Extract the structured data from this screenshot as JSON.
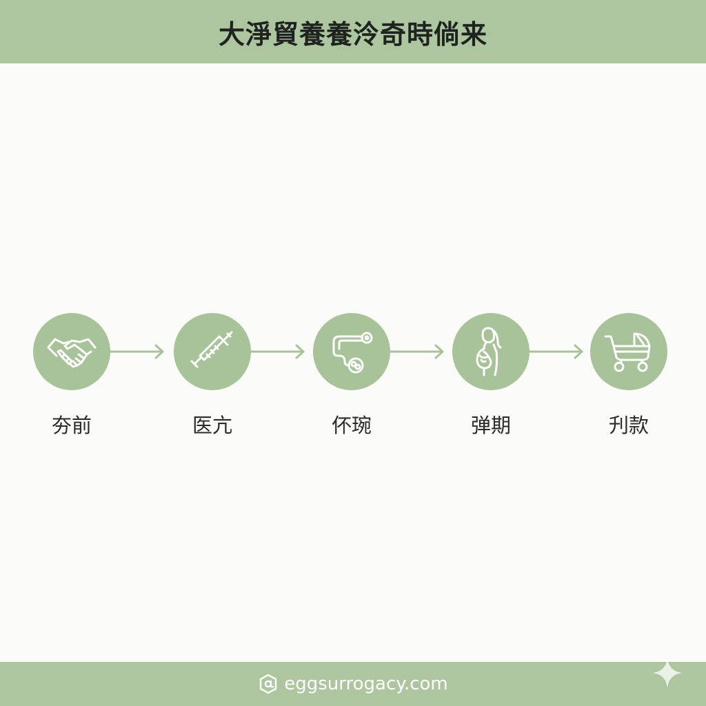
{
  "header": {
    "title": "大淨貿養養泠奇時倘来"
  },
  "steps": [
    {
      "icon": "handshake-icon",
      "label": "夯前"
    },
    {
      "icon": "syringe-icon",
      "label": "医亢"
    },
    {
      "icon": "embryo-icon",
      "label": "伓琬"
    },
    {
      "icon": "pregnant-woman-icon",
      "label": "弹期"
    },
    {
      "icon": "baby-stroller-icon",
      "label": "刋款"
    }
  ],
  "footer": {
    "icon": "at-sign-icon",
    "text": "eggsurrogacy.com"
  },
  "colors": {
    "accent": "#a8c29a",
    "band": "#adc69f",
    "background": "#fbfbfa",
    "text": "#2a2a2a"
  }
}
